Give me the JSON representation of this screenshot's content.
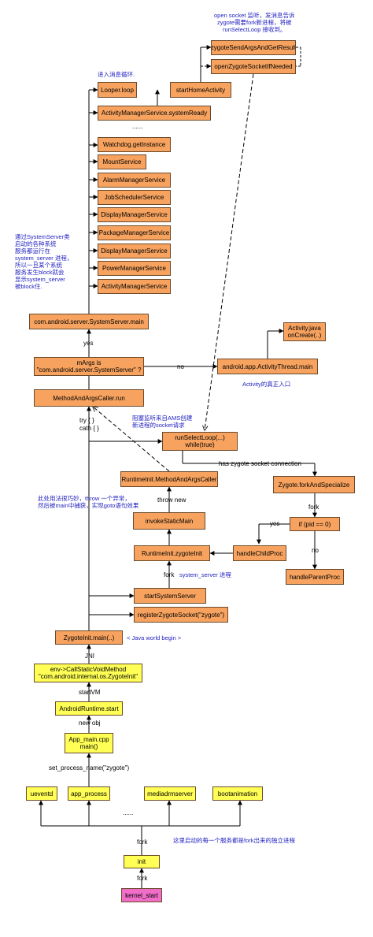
{
  "nodes": {
    "zygote_send": "zygoteSendArgsAndGetResult",
    "open_zygote_socket": "openZygoteSocketIfNeeded",
    "start_home": "startHomeActivity",
    "looper": "Looper.loop",
    "ams_ready": "ActivityManagerService.systemReady",
    "watchdog": "Watchdog.getInstance",
    "mount": "MountService",
    "alarm": "AlarmManagerService",
    "jobscheduler": "JobSchedulerService",
    "display1": "DisplayManagerService",
    "package": "PackageManagerService",
    "display2": "DisplayManagerService",
    "power": "PowerManagerService",
    "ams": "ActivityManagerService",
    "server_main": "com.android.server.SystemServer.main",
    "margs_line1": "mArgs is",
    "margs_line2": "\"com.android.server.SystemServer\" ?",
    "activity_java_1": "Activity.java",
    "activity_java_2": "onCreate(..)",
    "activity_thread": "android.app.ActivityThread.main",
    "method_caller_run": "MethodAndArgsCaller.run",
    "run_select_1": "runSelectLoop(...)",
    "run_select_2": "while(true)",
    "runtime_caller": "RuntimeInit.MethodAndArgsCaller",
    "fork_specialize": "Zygote.forkAndSpecialize",
    "invoke_static": "invokeStaticMain",
    "if_pid": "if (pid == 0)",
    "runtime_zinit": "RuntimeInit.zygoteInit",
    "handle_child": "handleChildProc",
    "handle_parent": "handleParentProc",
    "start_system_server": "startSystemServer",
    "register_socket": "registerZygoteSocket(\"zygote\")",
    "zygote_main": "ZygoteInit.main(..)",
    "env_call_1": "env->CallStaticVoidMethod",
    "env_call_2": "\"com.android.internal.os.ZygoteInit\"",
    "android_runtime": "AndroidRuntime.start",
    "app_main_1": "App_main.cpp",
    "app_main_2": "main()",
    "ueventd": "ueventd",
    "app_process": "app_process",
    "mediadrm": "mediadrmserver",
    "bootanimation": "bootanimation",
    "init": "init",
    "kernel": "kernel_start"
  },
  "labels": {
    "dots_top": "......",
    "yes_server": "yes",
    "no_margs": "no",
    "try": "try { }",
    "catch": "cath { }",
    "has_zygote": "has zygote socket connection",
    "fork_specialize_in": "fork",
    "yes_pid": "yes",
    "no_pid": "no",
    "throw_new": "throw new",
    "fork_zinit": "fork",
    "jni": "JNI",
    "start_vm": "startVM",
    "new_obj": "new obj",
    "set_process_name": "set_process_name(\"zygote\")",
    "dots_bottom": "......",
    "fork_init": "fork",
    "fork_kernel": "fork"
  },
  "notes": {
    "open_socket": "open socket 监听，发消息告诉\nzygote需要fork新进程，将被\nrunSelectLoop 接收到。",
    "enter_loop": "进入消息循环.",
    "system_server_note": "通过SystemServer类\n启动的各种系统\n服务都运行在\nsystem_server 进程，\n所以一旦某个系统\n服务发生block就会\n显示system_server\n被block住.",
    "activity_entry": "Activity的真正入口",
    "blocking_listen": "阻塞监听来自AMS创建\n新进程的socket请求",
    "throw_note": "此处用法很巧妙，throw 一个异常，\n然后被main中捕获，实现goto语句效果",
    "system_server_proc": "system_server 进程",
    "java_world": "< Java world begin >",
    "services_forked": "这里启动的每一个服务都是fork出来的独立进程"
  },
  "colors": {
    "orange_node": "#f7a35f",
    "yellow_node": "#ffff55",
    "pink_node": "#f06ec8",
    "note_text": "#1f1fc0",
    "line": "#000000"
  }
}
